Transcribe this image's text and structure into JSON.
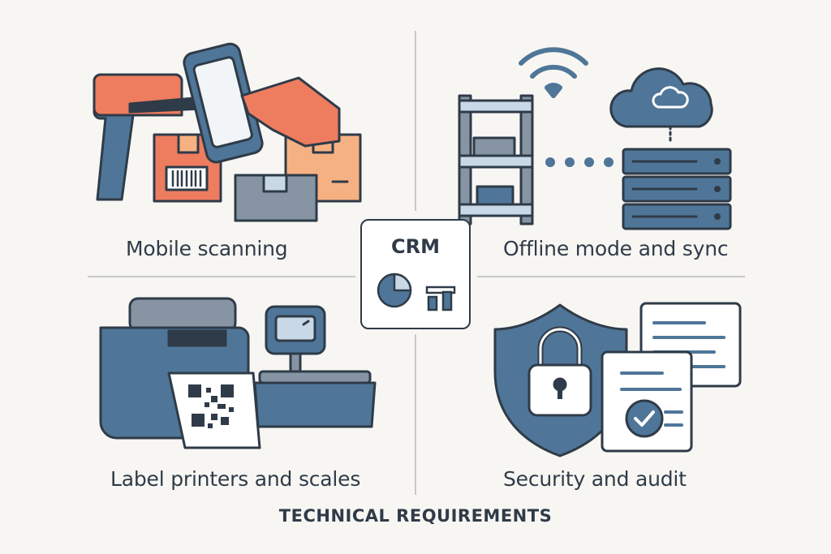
{
  "center": {
    "label": "CRM"
  },
  "quadrants": {
    "top_left": {
      "label": "Mobile scanning"
    },
    "top_right": {
      "label": "Offline mode and sync"
    },
    "bottom_left": {
      "label": "Label printers and scales"
    },
    "bottom_right": {
      "label": "Security and audit"
    }
  },
  "footer": {
    "title": "TECHNICAL REQUIREMENTS"
  },
  "colors": {
    "navy": "#2f3b48",
    "blue": "#4f7698",
    "orange": "#ee7c5f",
    "peach": "#f6b183",
    "gray": "#8794a3",
    "light_blue": "#c9d8e6",
    "background": "#f7f6f3"
  },
  "icons": [
    "barcode-scanner-icon",
    "smartphone-icon",
    "box-icon",
    "wifi-icon",
    "cloud-icon",
    "shelf-icon",
    "server-icon",
    "label-printer-icon",
    "qr-code-icon",
    "scale-icon",
    "shield-lock-icon",
    "document-icon",
    "checkmark-icon",
    "pie-chart-icon",
    "bar-chart-icon"
  ]
}
